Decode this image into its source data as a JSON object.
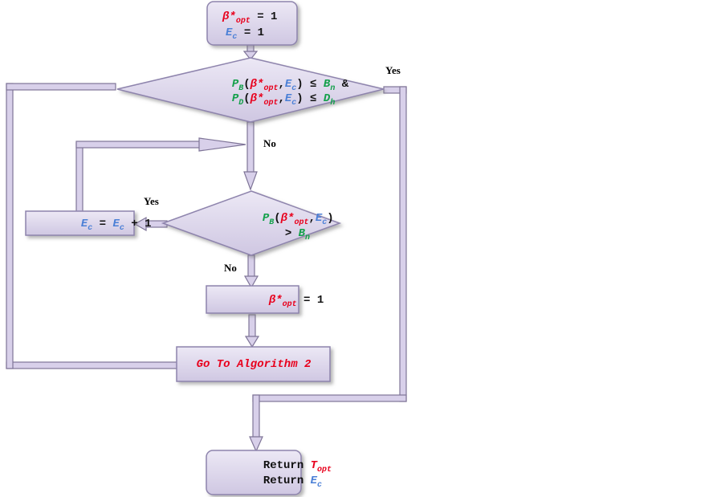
{
  "colors": {
    "red": "#e8001c",
    "blue": "#4a7fd6",
    "green": "#13a04a",
    "black": "#111111",
    "box_fill": "#d9d2ea",
    "box_stroke": "#8e84ad",
    "line_fill": "#d8d0ea",
    "line_stroke": "#7f7598"
  },
  "start": {
    "l1": {
      "beta": "β*",
      "sub": "opt",
      "rest": " = 1"
    },
    "l2": {
      "e": "E",
      "sub": "c",
      "rest": " = 1"
    }
  },
  "decision1": {
    "l1": {
      "p": "P",
      "psub": "B",
      "open": "(",
      "beta": "β*",
      "bsub": "opt",
      "comma": ",",
      "e": "E",
      "esub": "c",
      "close": ")",
      "op": " ≤ ",
      "b": "B",
      "bsubn": "n",
      "amp": " &"
    },
    "l2": {
      "p": "P",
      "psub": "D",
      "open": "(",
      "beta": "β*",
      "bsub": "opt",
      "comma": ",",
      "e": "E",
      "esub": "c",
      "close": ")",
      "op": " ≤ ",
      "d": "D",
      "dsub": "h"
    }
  },
  "decision2": {
    "l1": {
      "p": "P",
      "psub": "B",
      "open": "(",
      "beta": "β*",
      "bsub": "opt",
      "comma": ",",
      "e": "E",
      "esub": "c",
      "close": ")"
    },
    "l2": {
      "op": "> ",
      "b": "B",
      "bsub": "n"
    }
  },
  "increment": {
    "e1": "E",
    "sub1": "c",
    "mid": " = ",
    "e2": "E",
    "sub2": "c",
    "rest": " + 1"
  },
  "reset": {
    "beta": "β*",
    "sub": "opt",
    "rest": " = 1"
  },
  "goto": {
    "label": "Go To Algorithm 2"
  },
  "end": {
    "l1": {
      "word": "Return ",
      "t": "T",
      "sub": "opt"
    },
    "l2": {
      "word": "Return ",
      "e": "E",
      "sub": "c"
    }
  },
  "labels": {
    "yes_top": "Yes",
    "no_top": "No",
    "yes_left": "Yes",
    "no_bottom": "No"
  }
}
